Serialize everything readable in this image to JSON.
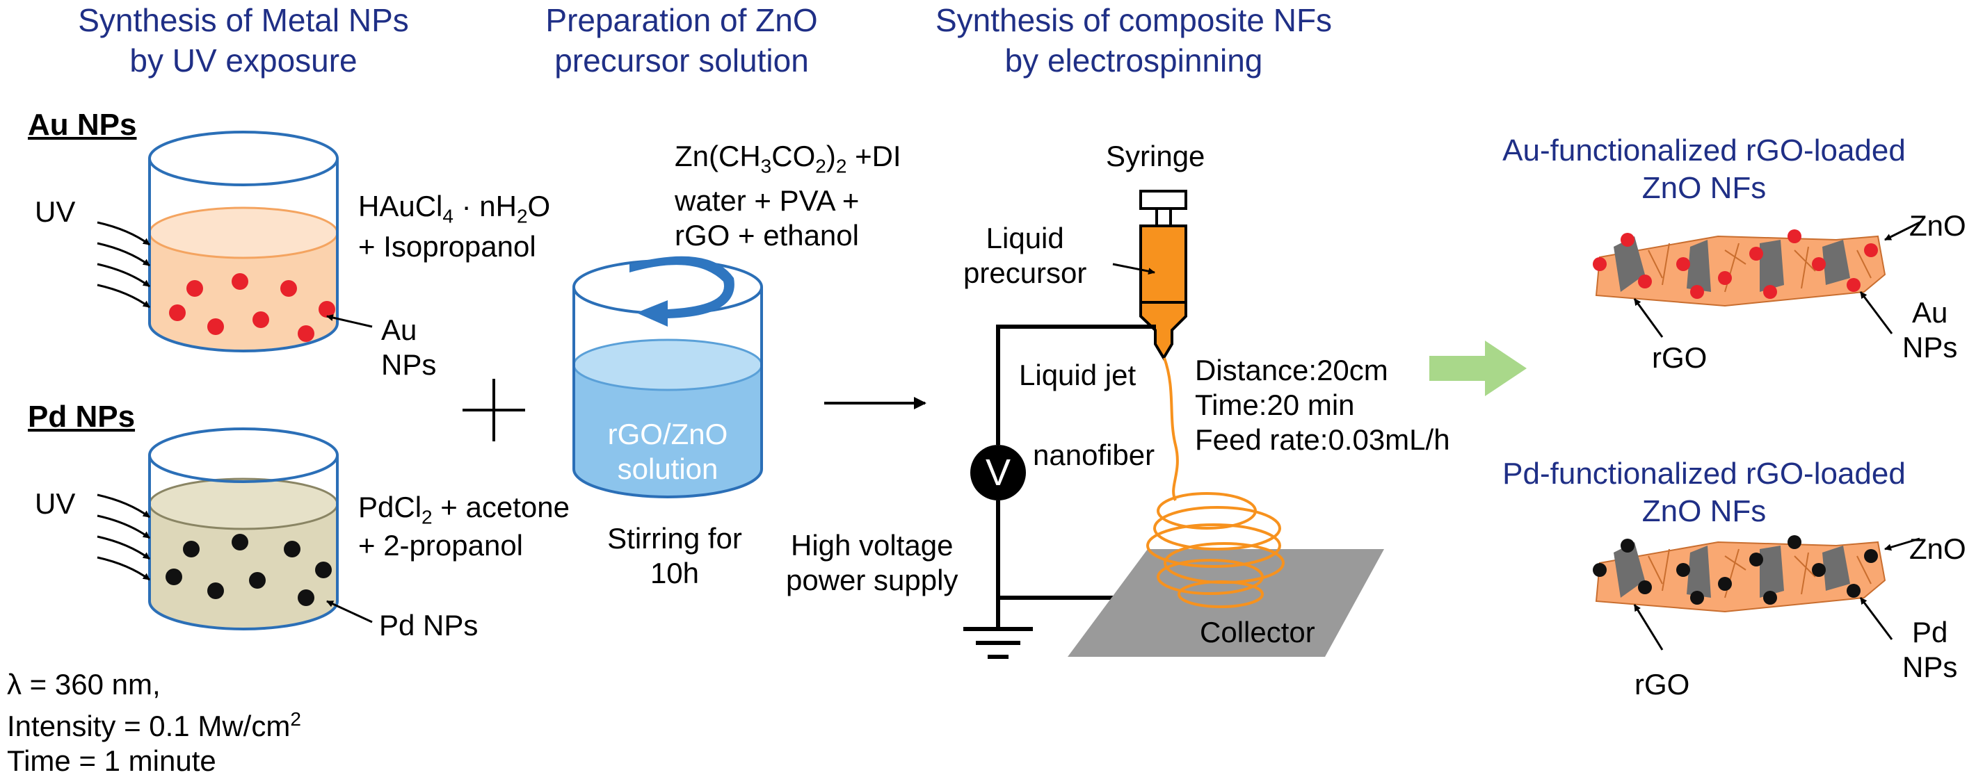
{
  "headers": {
    "step1_line1": "Synthesis of Metal NPs",
    "step1_line2": "by UV exposure",
    "step2_line1": "Preparation of ZnO",
    "step2_line2": "precursor solution",
    "step3_line1": "Synthesis of composite NFs",
    "step3_line2": "by electrospinning"
  },
  "au_section": {
    "title": "Au NPs",
    "uv": "UV",
    "reagent_line1_main": "HAuCl",
    "reagent_line1_sub1": "4",
    "reagent_line1_rest": " · nH",
    "reagent_line1_sub2": "2",
    "reagent_line1_end": "O",
    "reagent_line2": "+ Isopropanol",
    "np_label_line1": "Au",
    "np_label_line2": "NPs",
    "colors": {
      "liquid": "#fbd2ad",
      "particle": "#e8222b"
    }
  },
  "pd_section": {
    "title": "Pd NPs",
    "uv": "UV",
    "reagent_line1_main": "PdCl",
    "reagent_line1_sub": "2",
    "reagent_line1_rest": " + acetone",
    "reagent_line2": "+ 2-propanol",
    "np_label": "Pd NPs",
    "colors": {
      "liquid": "#ddd7b9",
      "particle": "#111111"
    }
  },
  "uv_conditions": {
    "line1": "λ = 360 nm,",
    "line2_main": "Intensity = 0.1 Mw/cm",
    "line2_sup": "2",
    "line3": "Time = 1 minute"
  },
  "zno_precursor": {
    "reagent_line1_a": "Zn(CH",
    "reagent_line1_sub1": "3",
    "reagent_line1_b": "CO",
    "reagent_line1_sub2": "2",
    "reagent_line1_c": ")",
    "reagent_line1_sub3": "2",
    "reagent_line1_d": " +DI",
    "reagent_line2": "water + PVA +",
    "reagent_line3": "rGO + ethanol",
    "beaker_line1": "rGO/ZnO",
    "beaker_line2": "solution",
    "stir_line1": "Stirring for",
    "stir_line2": "10h",
    "colors": {
      "liquid": "#8cc4ec",
      "arrow": "#2f76c0"
    }
  },
  "electrospinning": {
    "syringe": "Syringe",
    "liquid_precursor_line1": "Liquid",
    "liquid_precursor_line2": "precursor",
    "liquid_jet": "Liquid jet",
    "nanofiber": "nanofiber",
    "voltage_symbol": "V",
    "power_line1": "High voltage",
    "power_line2": "power supply",
    "collector": "Collector",
    "distance": "Distance:20cm",
    "time": "Time:20 min",
    "feed_rate": "Feed rate:0.03mL/h",
    "colors": {
      "syringe": "#f7921e",
      "fiber": "#f7921e",
      "collector": "#9a9a9a"
    }
  },
  "products": {
    "au_title_line1": "Au-functionalized rGO-loaded",
    "au_title_line2": "ZnO NFs",
    "au_zno": "ZnO",
    "au_np_line1": "Au",
    "au_np_line2": "NPs",
    "au_rgo": "rGO",
    "pd_title_line1": "Pd-functionalized rGO-loaded",
    "pd_title_line2": "ZnO NFs",
    "pd_zno": "ZnO",
    "pd_np_line1": "Pd",
    "pd_np_line2": "NPs",
    "pd_rgo": "rGO",
    "colors": {
      "zno": "#f9a872",
      "rgo": "#6e6e6e",
      "arrow": "#a9d88a"
    }
  },
  "operators": {
    "plus": "+"
  }
}
